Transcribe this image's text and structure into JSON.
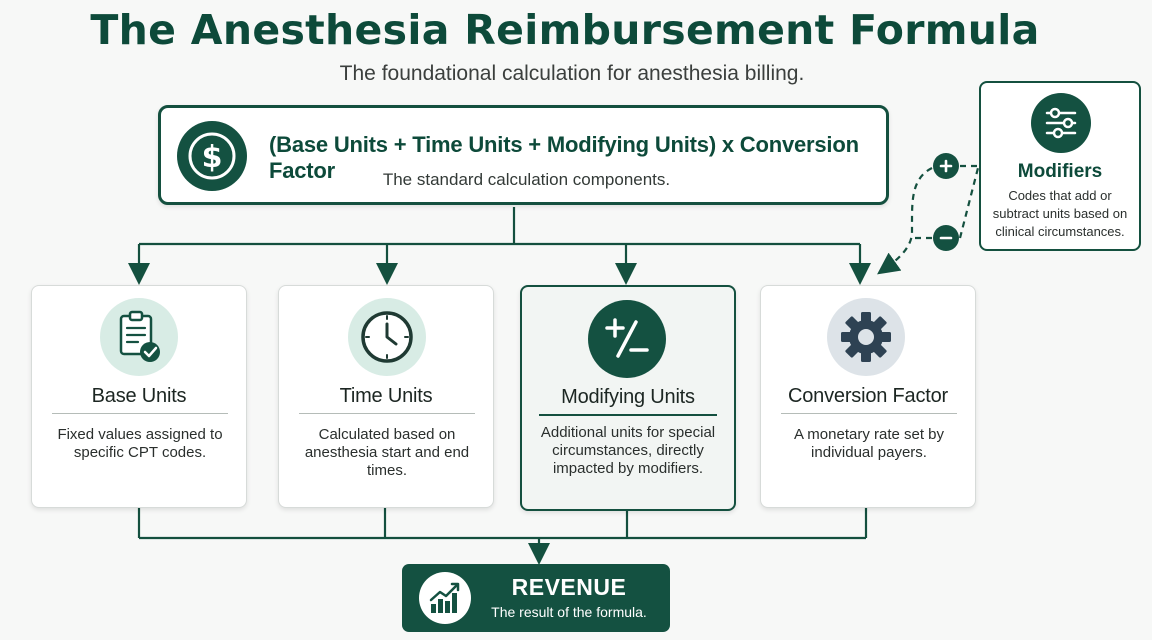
{
  "header": {
    "title": "The Anesthesia Reimbursement Formula",
    "subtitle": "The foundational calculation for anesthesia billing."
  },
  "formula": {
    "icon": "dollar-icon",
    "text": "(Base Units + Time Units + Modifying Units) x Conversion Factor",
    "subtitle": "The standard calculation components."
  },
  "modifiers": {
    "icon": "sliders-icon",
    "title": "Modifiers",
    "description": "Codes that add or subtract units based on clinical circumstances.",
    "add_icon": "plus-icon",
    "subtract_icon": "minus-icon"
  },
  "components": [
    {
      "icon": "clipboard-check-icon",
      "title": "Base Units",
      "description": "Fixed values assigned to specific CPT codes."
    },
    {
      "icon": "clock-icon",
      "title": "Time Units",
      "description": "Calculated based on anesthesia start and end times."
    },
    {
      "icon": "plus-minus-icon",
      "title": "Modifying Units",
      "description": "Additional units for special circumstances, directly impacted by modifiers.",
      "highlighted": true
    },
    {
      "icon": "gear-icon",
      "title": "Conversion Factor",
      "description": "A monetary rate set by individual payers."
    }
  ],
  "result": {
    "icon": "chart-growth-icon",
    "title": "REVENUE",
    "subtitle": "The result of the formula."
  },
  "colors": {
    "primary": "#145141",
    "title": "#0d4a3a",
    "icon_light_bg": "#d8ece5",
    "gear_bg": "#dde3e8",
    "gear": "#2e4253"
  }
}
